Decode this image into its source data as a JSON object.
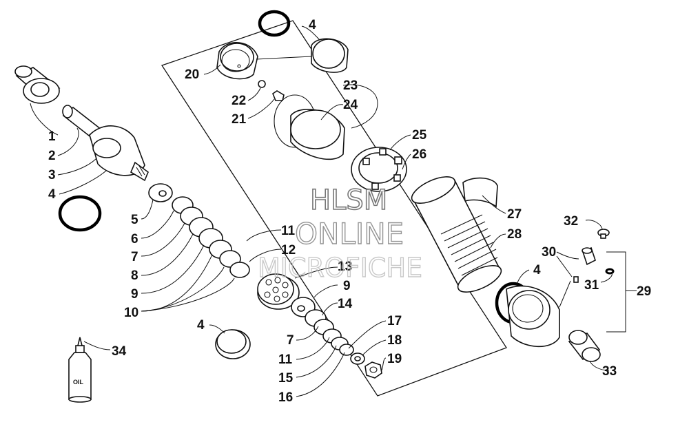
{
  "diagram": {
    "callouts": [
      {
        "id": "c1",
        "text": "1"
      },
      {
        "id": "c2",
        "text": "2"
      },
      {
        "id": "c3",
        "text": "3"
      },
      {
        "id": "c4a",
        "text": "4"
      },
      {
        "id": "c4b",
        "text": "4"
      },
      {
        "id": "c4c",
        "text": "4"
      },
      {
        "id": "c4d",
        "text": "4"
      },
      {
        "id": "c5",
        "text": "5"
      },
      {
        "id": "c6",
        "text": "6"
      },
      {
        "id": "c7a",
        "text": "7"
      },
      {
        "id": "c7b",
        "text": "7"
      },
      {
        "id": "c8",
        "text": "8"
      },
      {
        "id": "c9a",
        "text": "9"
      },
      {
        "id": "c9b",
        "text": "9"
      },
      {
        "id": "c10",
        "text": "10"
      },
      {
        "id": "c11a",
        "text": "11"
      },
      {
        "id": "c11b",
        "text": "11"
      },
      {
        "id": "c12",
        "text": "12"
      },
      {
        "id": "c13",
        "text": "13"
      },
      {
        "id": "c14",
        "text": "14"
      },
      {
        "id": "c15",
        "text": "15"
      },
      {
        "id": "c16",
        "text": "16"
      },
      {
        "id": "c17",
        "text": "17"
      },
      {
        "id": "c18",
        "text": "18"
      },
      {
        "id": "c19",
        "text": "19"
      },
      {
        "id": "c20",
        "text": "20"
      },
      {
        "id": "c21",
        "text": "21"
      },
      {
        "id": "c22",
        "text": "22"
      },
      {
        "id": "c23",
        "text": "23"
      },
      {
        "id": "c24",
        "text": "24"
      },
      {
        "id": "c25",
        "text": "25"
      },
      {
        "id": "c26",
        "text": "26"
      },
      {
        "id": "c27",
        "text": "27"
      },
      {
        "id": "c28",
        "text": "28"
      },
      {
        "id": "c29",
        "text": "29"
      },
      {
        "id": "c30",
        "text": "30"
      },
      {
        "id": "c31",
        "text": "31"
      },
      {
        "id": "c32",
        "text": "32"
      },
      {
        "id": "c33",
        "text": "33"
      },
      {
        "id": "c34",
        "text": "34"
      }
    ],
    "oil_bottle_label": "OIL"
  },
  "watermark": {
    "line1": "HLSM",
    "line2": "ONLINE",
    "line3": "MICROFICHE"
  }
}
